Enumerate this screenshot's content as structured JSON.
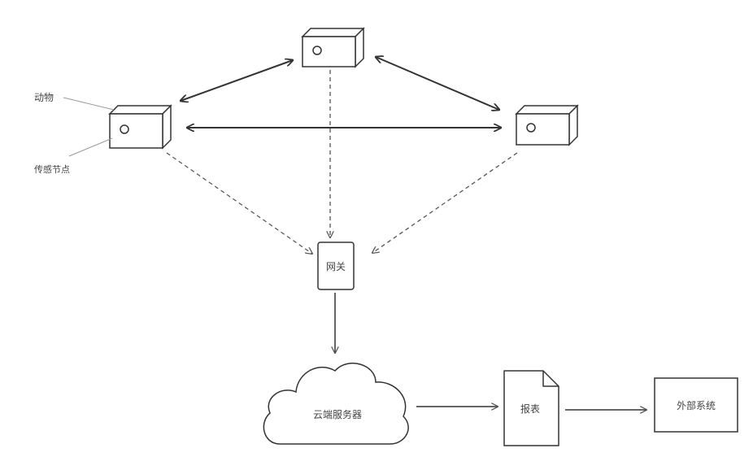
{
  "labels": {
    "animal": "动物",
    "sensor_node": "传感节点",
    "gateway": "网关",
    "cloud_server": "云端服务器",
    "report": "报表",
    "external_system": "外部系统"
  },
  "colors": {
    "stroke": "#333333",
    "dashed": "#555555",
    "text": "#444444",
    "leader": "#999999"
  },
  "icons": {
    "node": "sensor-box-icon",
    "gateway": "gateway-box-icon",
    "cloud": "cloud-icon",
    "report": "document-icon",
    "external": "external-system-box-icon"
  }
}
